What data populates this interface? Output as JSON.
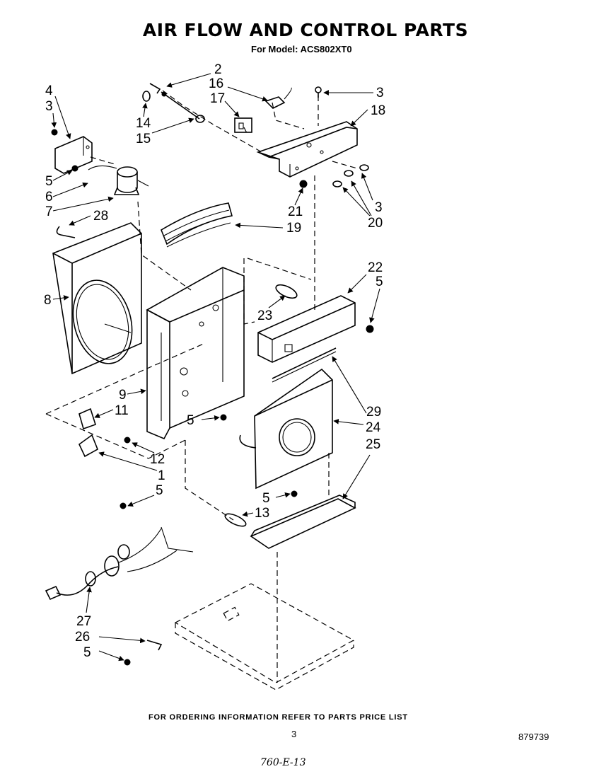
{
  "title": "AIR FLOW AND CONTROL PARTS",
  "subtitle": "For Model: ACS802XT0",
  "callouts": {
    "n1": "1",
    "n2": "2",
    "n3": "3",
    "n4": "4",
    "n5": "5",
    "n6": "6",
    "n7": "7",
    "n8": "8",
    "n9": "9",
    "n11": "11",
    "n12": "12",
    "n13": "13",
    "n14": "14",
    "n15": "15",
    "n16": "16",
    "n17": "17",
    "n18": "18",
    "n19": "19",
    "n20": "20",
    "n21": "21",
    "n22": "22",
    "n23": "23",
    "n24": "24",
    "n25": "25",
    "n26": "26",
    "n27": "27",
    "n28": "28",
    "n29": "29"
  },
  "footer": {
    "note": "FOR ORDERING INFORMATION REFER TO PARTS PRICE LIST",
    "page": "3",
    "doc_number": "879739",
    "handwritten": "760-E-13"
  }
}
